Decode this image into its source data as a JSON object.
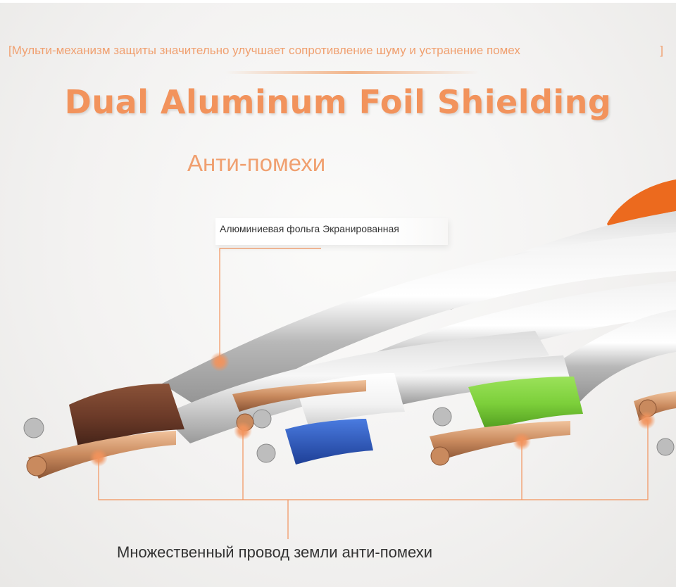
{
  "header": {
    "subtitle": "Мульти-механизм защиты значительно улучшает сопротивление шуму и устранение помех",
    "bracket_open": "[",
    "bracket_close": "]",
    "title": "Dual Aluminum Foil Shielding",
    "anti_label": "Анти-помехи"
  },
  "callouts": {
    "foil": "Алюминиевая фольга Экранированная",
    "ground": "Множественный провод земли анти-помехи"
  },
  "colors": {
    "accent": "#f2935c",
    "orange_text": "#f0a070",
    "wire_brown": "#6b3a28",
    "wire_white": "#f6f6f6",
    "wire_blue": "#2f5fc7",
    "wire_green": "#7ccf3a",
    "jacket_orange": "#ec6a1e",
    "copper": "#c98a5e",
    "foil_silver": "#c9c9c9"
  }
}
